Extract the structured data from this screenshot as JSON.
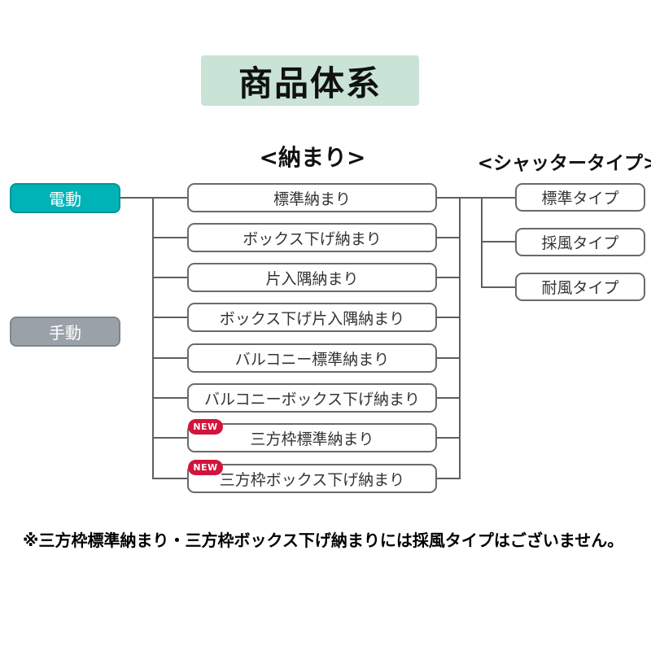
{
  "title": "商品体系",
  "columns": {
    "installation_header": "<納まり>",
    "shutter_header": "<シャッタータイプ>"
  },
  "drive_types": [
    {
      "label": "電動",
      "color": "#00b3b6"
    },
    {
      "label": "手動",
      "color": "#9aa1a8"
    }
  ],
  "installation": {
    "items": [
      {
        "label": "標準納まり",
        "new": false
      },
      {
        "label": "ボックス下げ納まり",
        "new": false
      },
      {
        "label": "片入隅納まり",
        "new": false
      },
      {
        "label": "ボックス下げ片入隅納まり",
        "new": false
      },
      {
        "label": "バルコニー標準納まり",
        "new": false
      },
      {
        "label": "バルコニーボックス下げ納まり",
        "new": false
      },
      {
        "label": "三方枠標準納まり",
        "new": true
      },
      {
        "label": "三方枠ボックス下げ納まり",
        "new": true
      }
    ]
  },
  "shutter_types": {
    "items": [
      {
        "label": "標準タイプ"
      },
      {
        "label": "採風タイプ"
      },
      {
        "label": "耐風タイプ"
      }
    ]
  },
  "badge": {
    "label": "NEW",
    "color": "#d2143c"
  },
  "note": "※三方枠標準納まり・三方枠ボックス下げ納まりには採風タイプはございません。",
  "colors": {
    "title_bg": "#c9e4d6",
    "electric_bg": "#00b3b6",
    "manual_bg": "#9aa1a8",
    "badge_bg": "#d2143c",
    "line": "#5f5f5f",
    "box_border": "#6a6a6a"
  }
}
